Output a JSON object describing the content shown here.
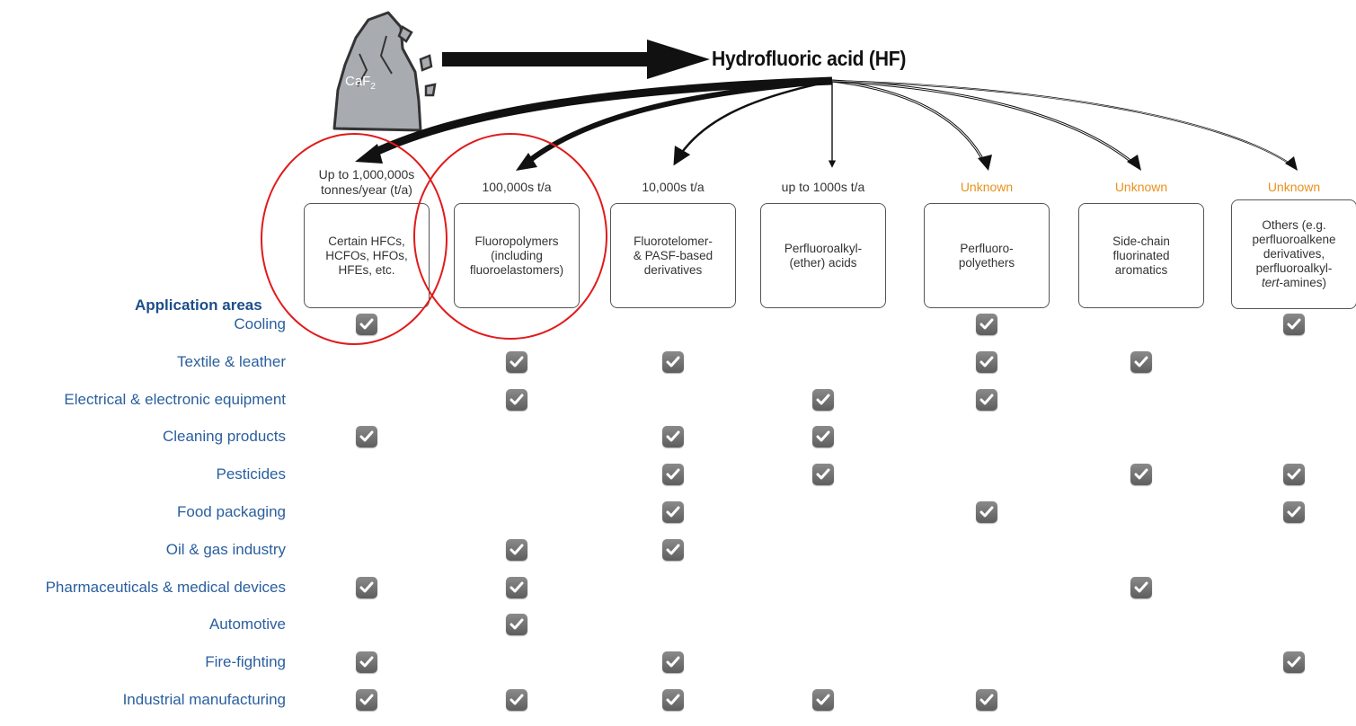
{
  "header": {
    "source_label": "CaF",
    "source_subscript": "2",
    "target_label": "Hydrofluoric acid (HF)"
  },
  "categories": [
    {
      "volume": "Up to 1,000,000s tonnes/year (t/a)",
      "volume_lines": [
        "Up to 1,000,000s",
        "tonnes/year (t/a)"
      ],
      "volume_unknown": false,
      "name_lines": [
        "Certain HFCs,",
        "HCFOs, HFOs,",
        "HFEs, etc."
      ]
    },
    {
      "volume": "100,000s t/a",
      "volume_lines": [
        "100,000s t/a"
      ],
      "volume_unknown": false,
      "name_lines": [
        "Fluoropolymers",
        "(including",
        "fluoroelastomers)"
      ]
    },
    {
      "volume": "10,000s t/a",
      "volume_lines": [
        "10,000s t/a"
      ],
      "volume_unknown": false,
      "name_lines": [
        "Fluorotelomer-",
        "& PASF-based",
        "derivatives"
      ]
    },
    {
      "volume": "up to 1000s t/a",
      "volume_lines": [
        "up to 1000s t/a"
      ],
      "volume_unknown": false,
      "name_lines": [
        "Perfluoroalkyl-",
        "(ether) acids"
      ]
    },
    {
      "volume": "Unknown",
      "volume_lines": [
        "Unknown"
      ],
      "volume_unknown": true,
      "name_lines": [
        "Perfluoro-",
        "polyethers"
      ]
    },
    {
      "volume": "Unknown",
      "volume_lines": [
        "Unknown"
      ],
      "volume_unknown": true,
      "name_lines": [
        "Side-chain",
        "fluorinated",
        "aromatics"
      ]
    },
    {
      "volume": "Unknown",
      "volume_lines": [
        "Unknown"
      ],
      "volume_unknown": true,
      "name_lines": [
        "Others (e.g.",
        "perfluoroalkene",
        "derivatives,",
        "perfluoroalkyl-",
        "tert-amines)"
      ]
    }
  ],
  "applications_title": "Application areas",
  "applications": [
    {
      "name": "Cooling",
      "checks": [
        0,
        4,
        6
      ]
    },
    {
      "name": "Textile & leather",
      "checks": [
        1,
        2,
        4,
        5
      ]
    },
    {
      "name": "Electrical & electronic equipment",
      "checks": [
        1,
        3,
        4
      ]
    },
    {
      "name": "Cleaning products",
      "checks": [
        0,
        2,
        3
      ]
    },
    {
      "name": "Pesticides",
      "checks": [
        2,
        3,
        5,
        6
      ]
    },
    {
      "name": "Food packaging",
      "checks": [
        2,
        4,
        6
      ]
    },
    {
      "name": "Oil & gas industry",
      "checks": [
        1,
        2
      ]
    },
    {
      "name": "Pharmaceuticals & medical devices",
      "checks": [
        0,
        1,
        5
      ]
    },
    {
      "name": "Automotive",
      "checks": [
        1
      ]
    },
    {
      "name": "Fire-fighting",
      "checks": [
        0,
        2,
        6
      ]
    },
    {
      "name": "Industrial manufacturing",
      "checks": [
        0,
        1,
        2,
        3,
        4
      ]
    }
  ],
  "colors": {
    "application_text": "#2a5f9e",
    "application_title": "#1c4e8a",
    "unknown_volume": "#e8911c",
    "highlight_circle": "#e21a1a",
    "check_fill": "#6e6e6e"
  }
}
